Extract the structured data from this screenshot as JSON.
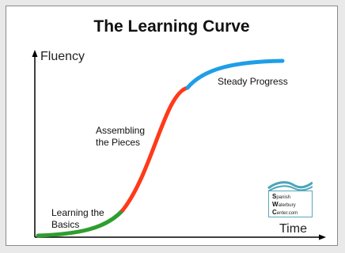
{
  "title": "The Learning Curve",
  "axes": {
    "y_label": "Fluency",
    "x_label": "Time"
  },
  "stages": [
    {
      "label": "Learning the\nBasics",
      "color": "#2e9e2e"
    },
    {
      "label": "Assembling\nthe Pieces",
      "color": "#ff3a1a"
    },
    {
      "label": "Steady Progress",
      "color": "#1f9ee8"
    }
  ],
  "logo": {
    "lines": [
      {
        "initial": "S",
        "rest": "panish"
      },
      {
        "initial": "W",
        "rest": "aterbury"
      },
      {
        "initial": "C",
        "rest": "enter.com"
      }
    ],
    "accent": "#4aa5b8"
  }
}
